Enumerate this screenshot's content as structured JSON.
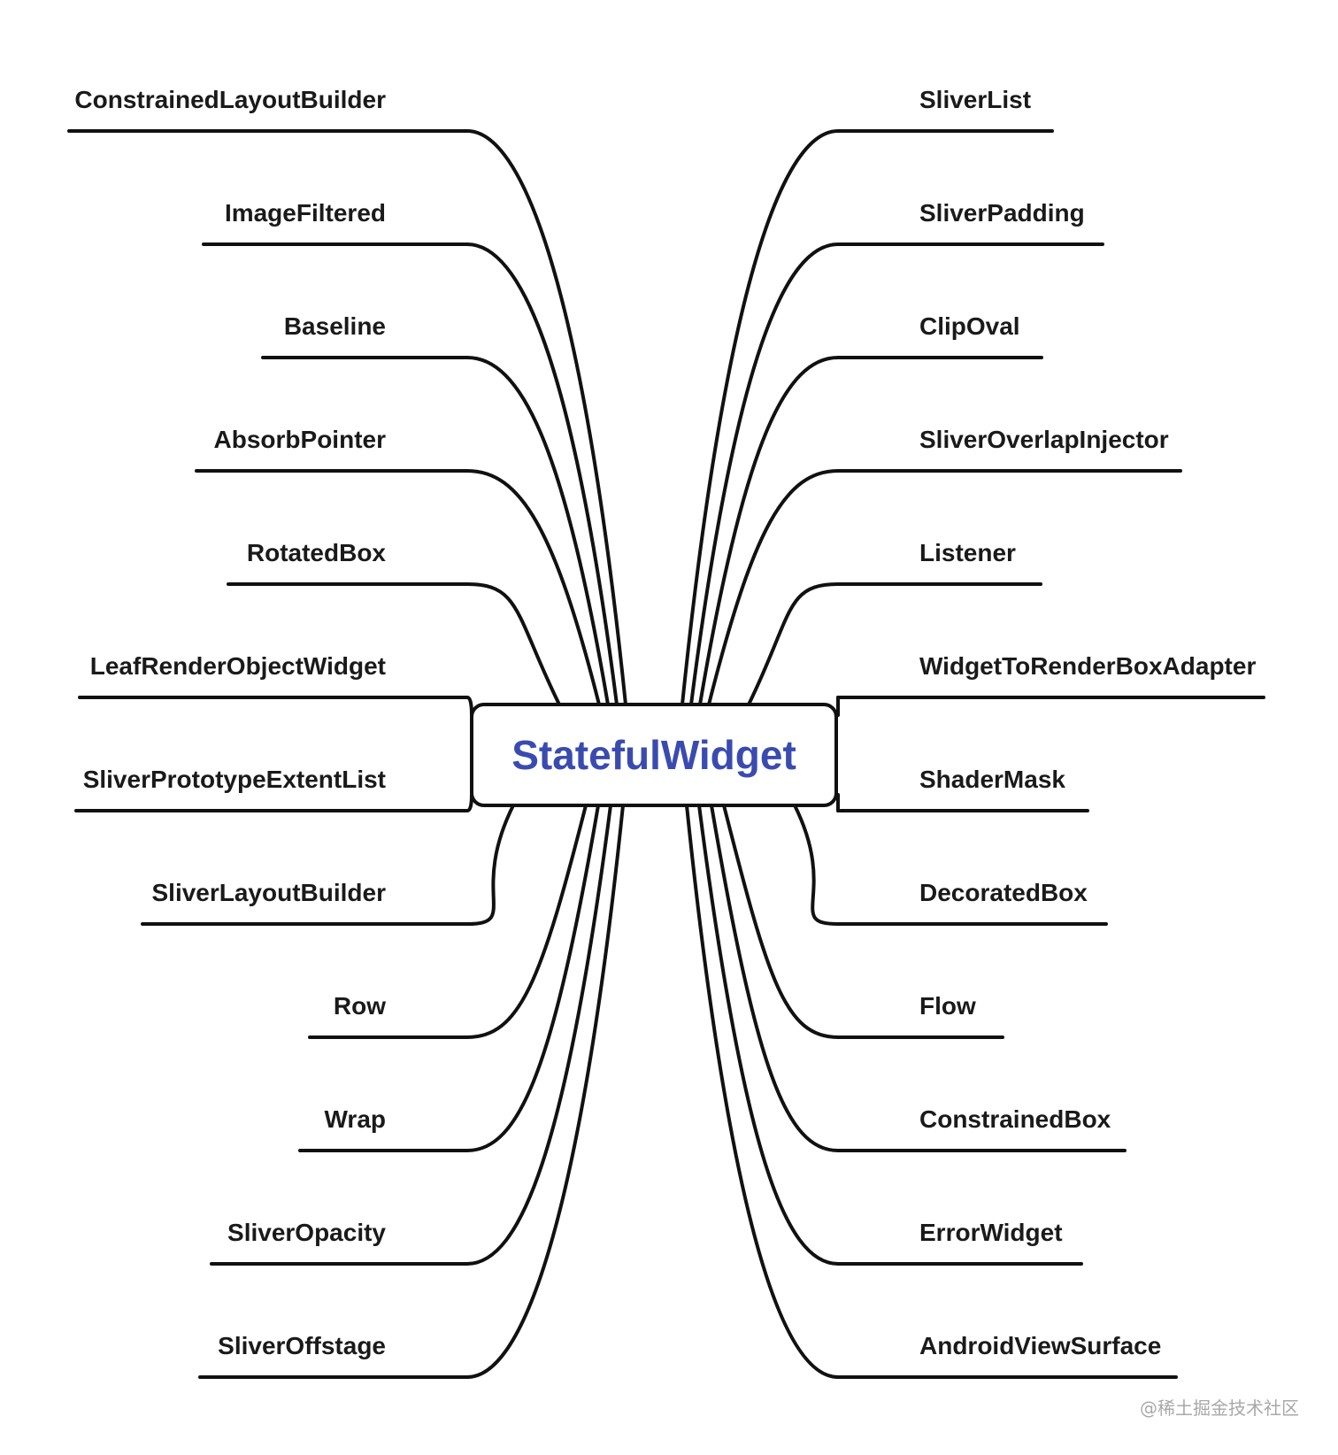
{
  "center": {
    "label": "StatefulWidget",
    "color": "#3a4bb0"
  },
  "left_branches": [
    {
      "label": "ConstrainedLayoutBuilder"
    },
    {
      "label": "ImageFiltered"
    },
    {
      "label": "Baseline"
    },
    {
      "label": "AbsorbPointer"
    },
    {
      "label": "RotatedBox"
    },
    {
      "label": "LeafRenderObjectWidget"
    },
    {
      "label": "SliverPrototypeExtentList"
    },
    {
      "label": "SliverLayoutBuilder"
    },
    {
      "label": "Row"
    },
    {
      "label": "Wrap"
    },
    {
      "label": "SliverOpacity"
    },
    {
      "label": "SliverOffstage"
    }
  ],
  "right_branches": [
    {
      "label": "SliverList"
    },
    {
      "label": "SliverPadding"
    },
    {
      "label": "ClipOval"
    },
    {
      "label": "SliverOverlapInjector"
    },
    {
      "label": "Listener"
    },
    {
      "label": "WidgetToRenderBoxAdapter"
    },
    {
      "label": "ShaderMask"
    },
    {
      "label": "DecoratedBox"
    },
    {
      "label": "Flow"
    },
    {
      "label": "ConstrainedBox"
    },
    {
      "label": "ErrorWidget"
    },
    {
      "label": "AndroidViewSurface"
    }
  ],
  "watermark": "@稀土掘金技术社区"
}
